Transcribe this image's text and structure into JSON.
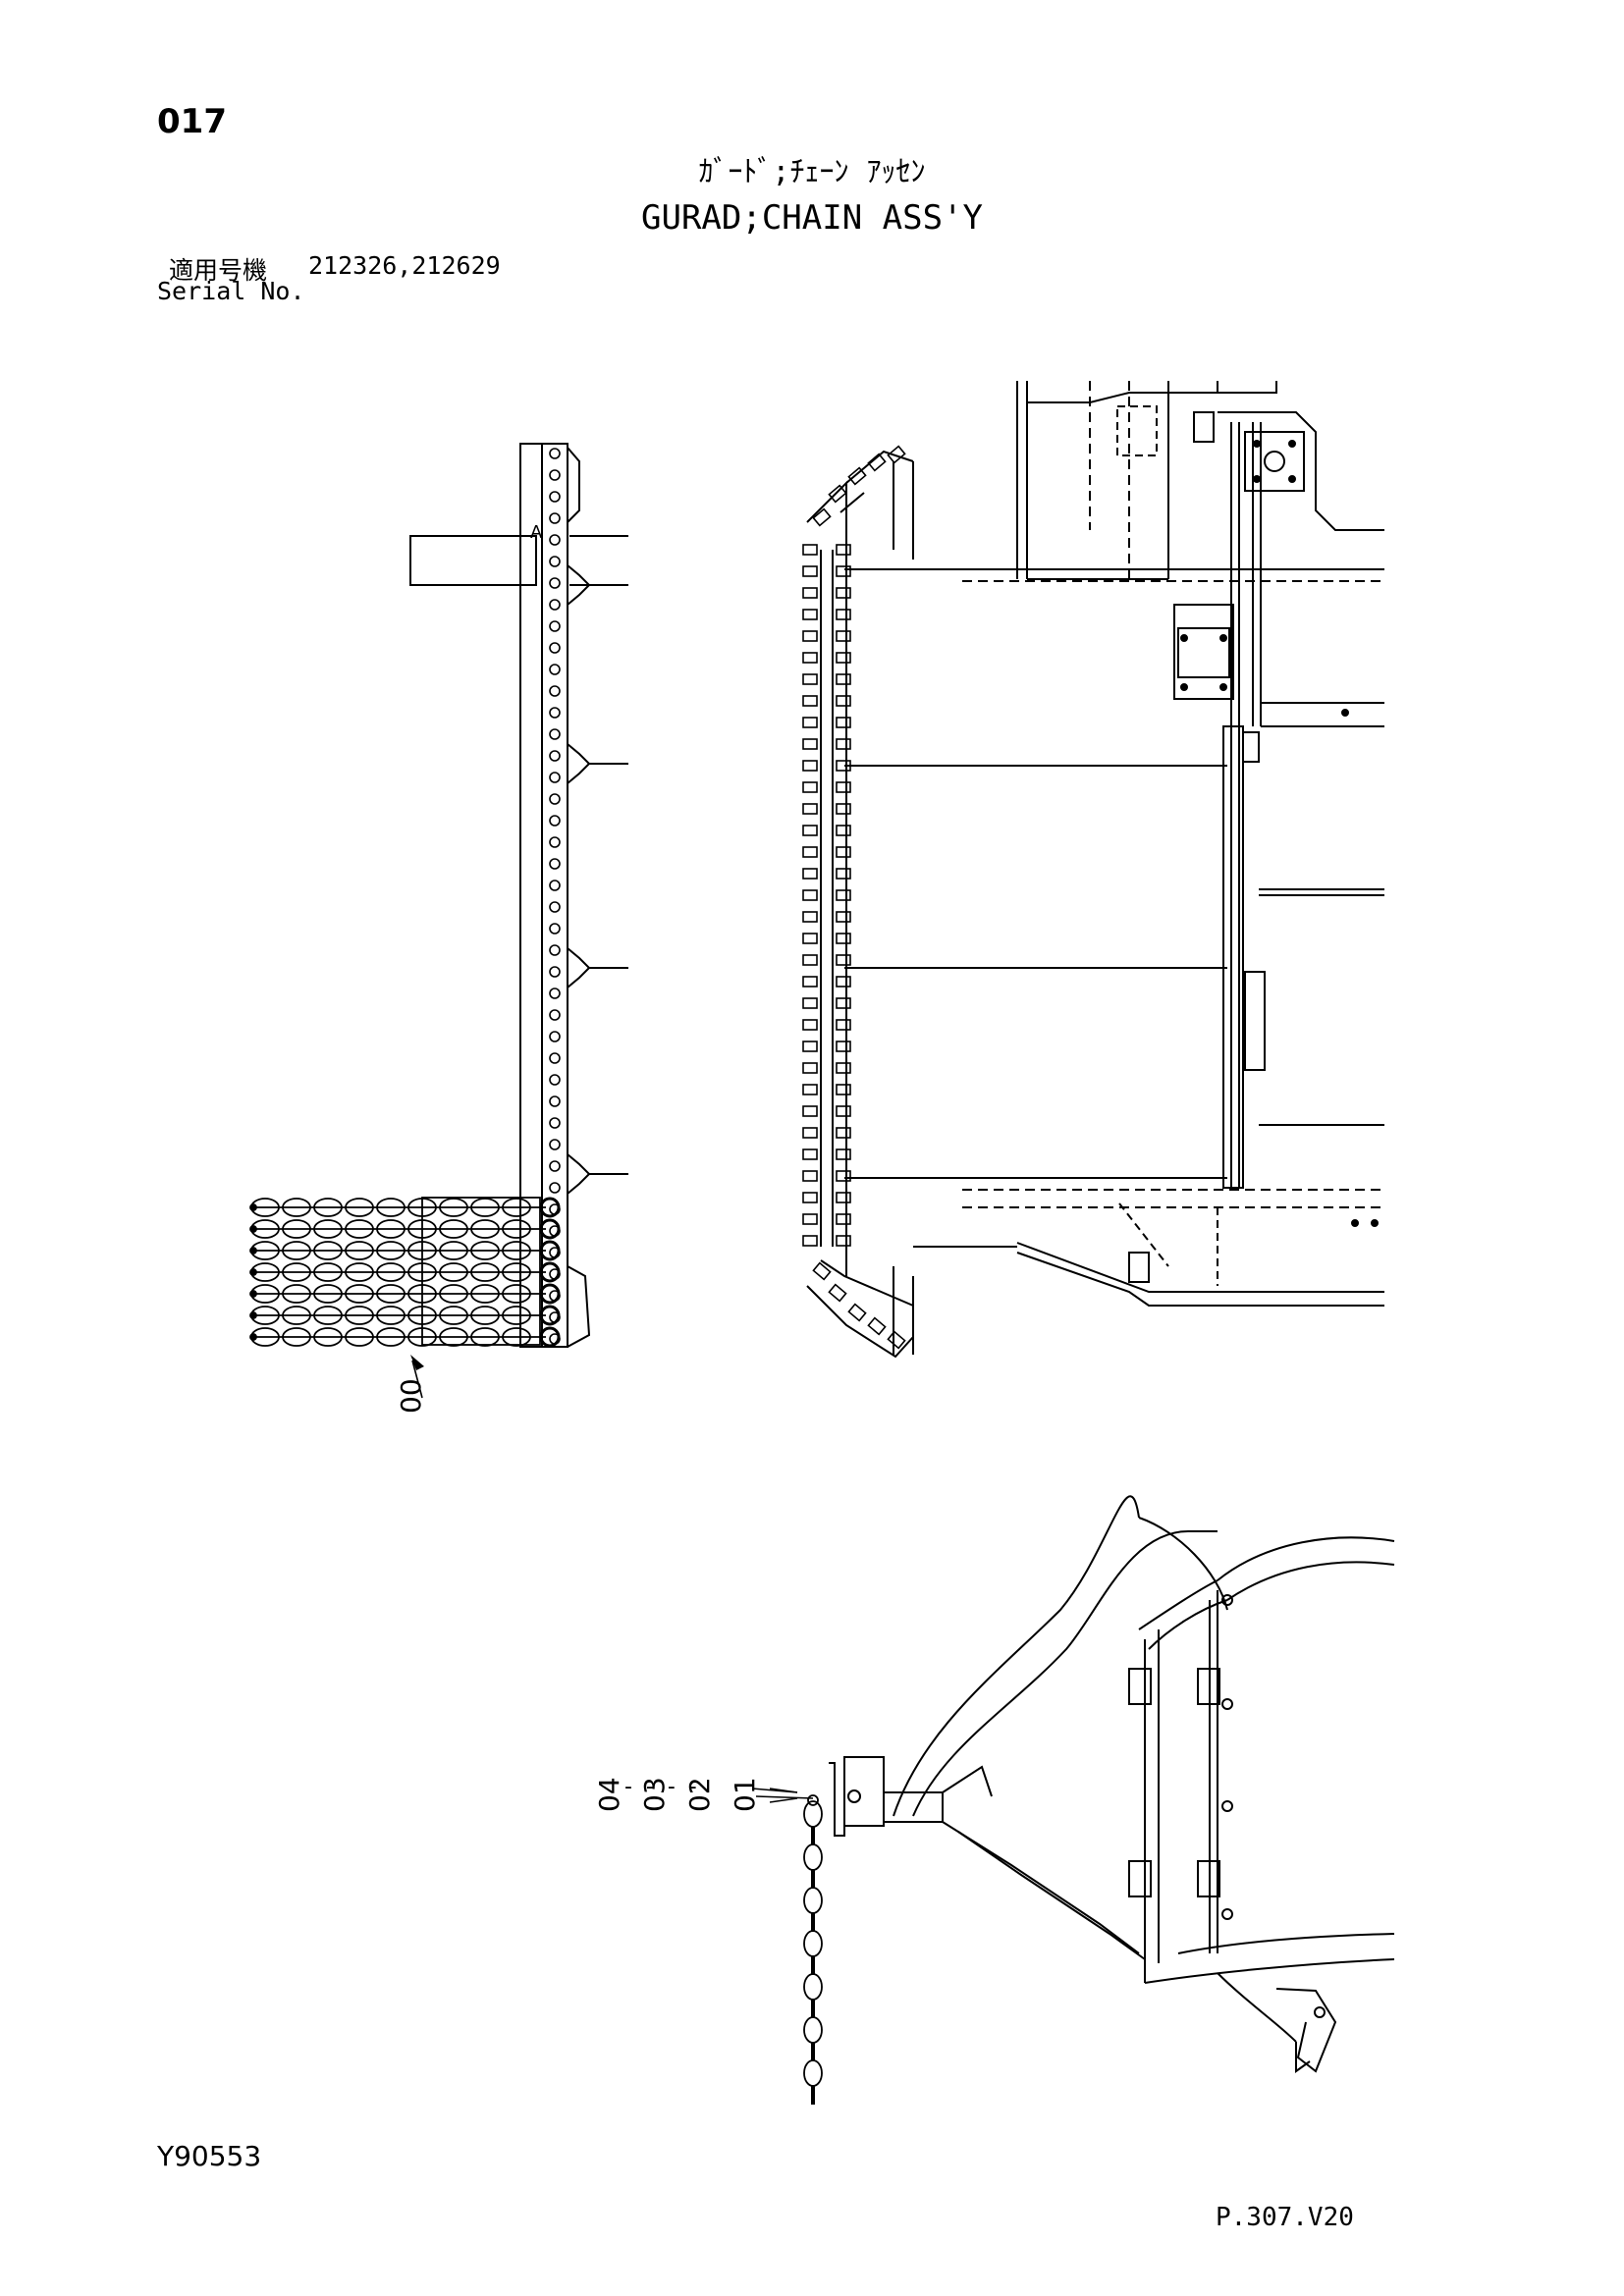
{
  "header": {
    "page_number": "017",
    "title_jp": "ｶﾞｰﾄﾞ;ﾁｪｰﾝ ｱｯｾﾝ",
    "title_en": "GURAD;CHAIN ASS'Y"
  },
  "serial": {
    "label_jp": "適用号機",
    "values": "212326,212629",
    "label_en": "Serial No."
  },
  "callouts": {
    "top_view": "00",
    "side_view": [
      "04",
      "03",
      "02",
      "01"
    ]
  },
  "footer": {
    "doc_id": "Y90553",
    "page_ref": "P.307.V20"
  }
}
